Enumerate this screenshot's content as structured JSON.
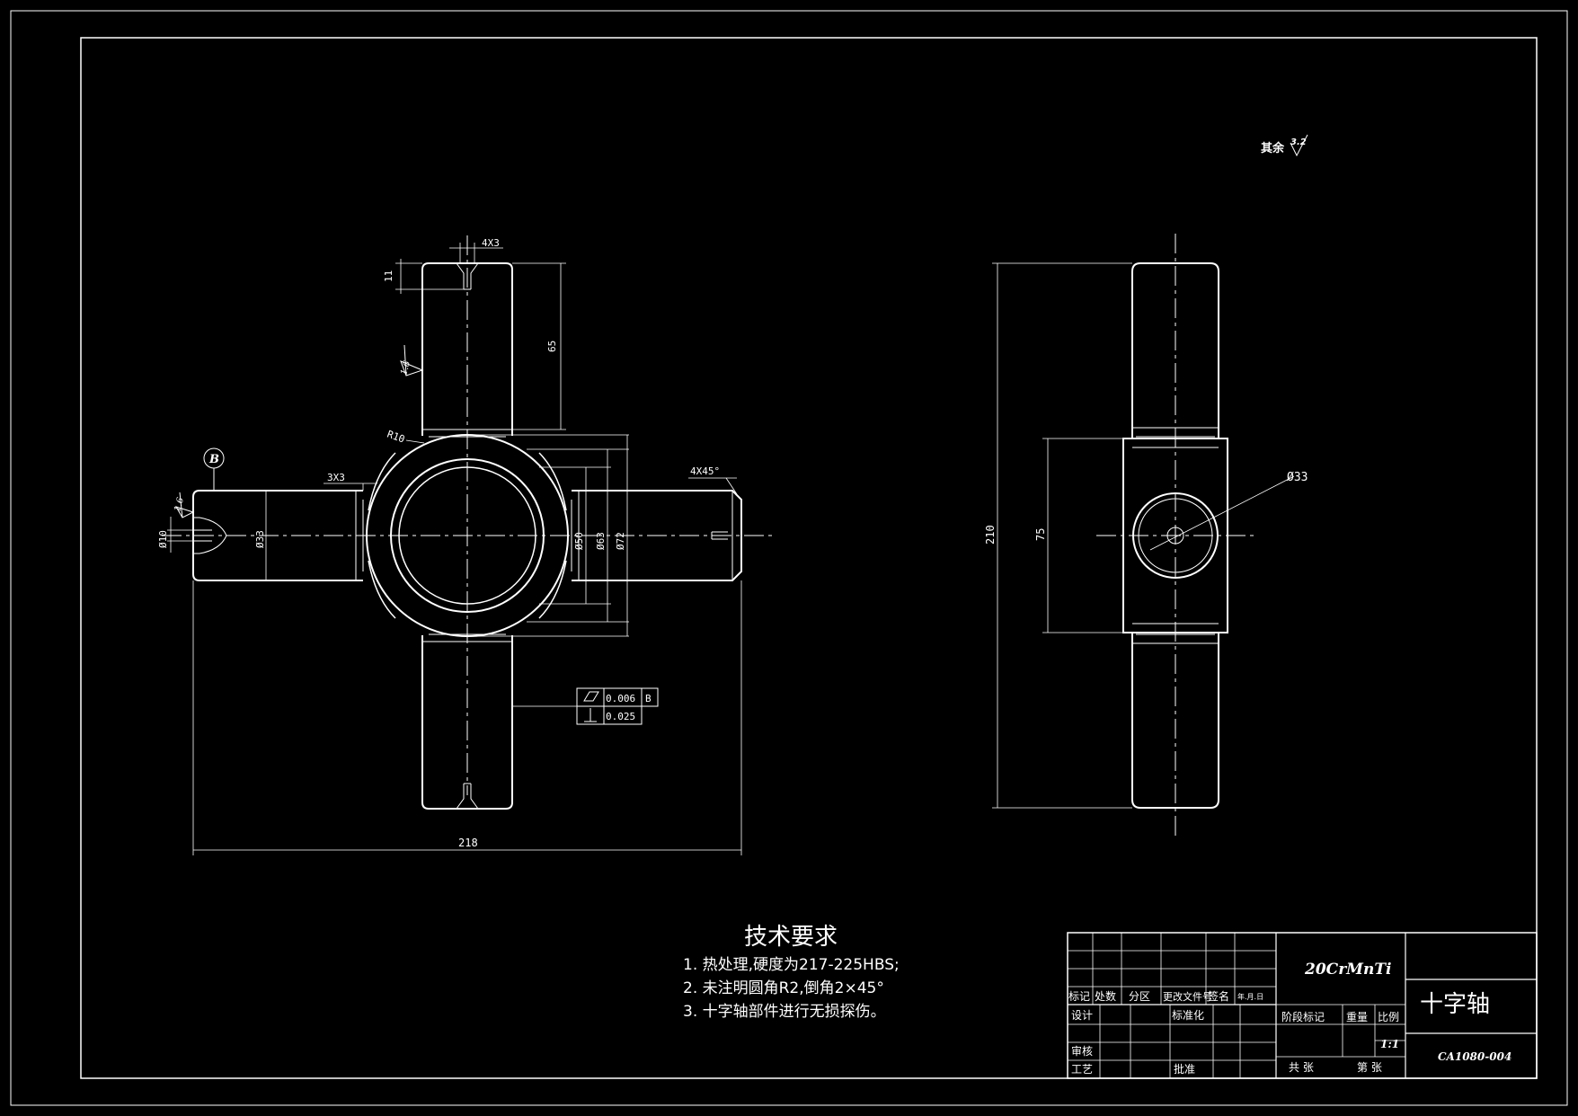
{
  "colors": {
    "background": "#000000",
    "line": "#ffffff"
  },
  "roughness_note": {
    "label": "其余",
    "value": "3.2"
  },
  "front_view": {
    "dims": {
      "keyway_top": "4X3",
      "top_offset": "11",
      "arm_length": "65",
      "fillet": "R10",
      "groove_left": "3X3",
      "chamfer": "4X45°",
      "bore_diam": "Ø10",
      "arm_diam": "Ø33",
      "d50": "Ø50",
      "d63": "Ø63",
      "d72": "Ø72",
      "overall": "218"
    },
    "roughness_top": "1.6",
    "roughness_left": "1.6",
    "datum": "B",
    "tolerance": {
      "row1_value": "0.006",
      "row1_datum": "B",
      "row2_value": "0.025"
    }
  },
  "side_view": {
    "dims": {
      "overall": "210",
      "body_height": "75",
      "diam": "Ø33"
    }
  },
  "tech_requirements": {
    "title": "技术要求",
    "items": [
      "1. 热处理,硬度为217-225HBS;",
      "2. 未注明圆角R2,倒角2×45°",
      "3. 十字轴部件进行无损探伤。"
    ]
  },
  "title_block": {
    "material": "20CrMnTi",
    "part_name": "十字轴",
    "drawing_no": "CA1080-004",
    "scale": "1:1",
    "labels": {
      "mark": "标记",
      "count": "处数",
      "zone": "分区",
      "doc_no": "更改文件号",
      "sign": "签名",
      "date": "年.月.日",
      "design": "设计",
      "standardize": "标准化",
      "review": "审核",
      "process": "工艺",
      "approve": "批准",
      "stage": "阶段标记",
      "weight": "重量",
      "scale_label": "比例",
      "total": "共  张",
      "sheet": "第  张"
    }
  }
}
